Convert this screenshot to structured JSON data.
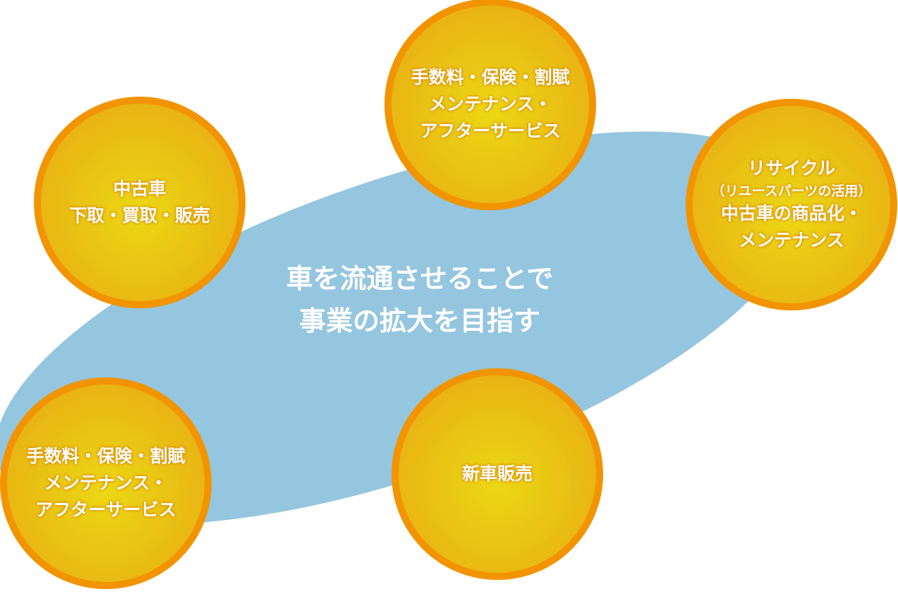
{
  "center": {
    "line1": "車を流通させることで",
    "line2": "事業の拡大を目指す"
  },
  "circles": {
    "top": [
      "手数料・保険・割賦",
      "メンテナンス・",
      "アフターサービス"
    ],
    "left": [
      "中古車",
      "下取・買取・販売"
    ],
    "right": [
      "リサイクル",
      "（リユースパーツの活用）",
      "中古車の商品化・",
      "メンテナンス"
    ],
    "bottom_left": [
      "手数料・保険・割賦",
      "メンテナンス・",
      "アフターサービス"
    ],
    "bottom": [
      "新車販売"
    ]
  },
  "colors": {
    "ellipse": "#95c6df",
    "circle_border": "#f29400",
    "circle_fill": "#e9c014"
  }
}
